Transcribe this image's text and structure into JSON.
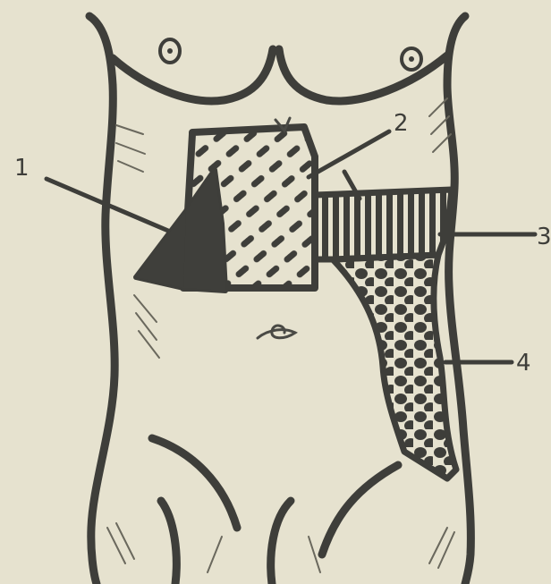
{
  "figure": {
    "labels": [
      {
        "id": "region-1",
        "text": "1"
      },
      {
        "id": "region-2",
        "text": "2"
      },
      {
        "id": "region-3",
        "text": "3"
      },
      {
        "id": "region-4",
        "text": "4"
      }
    ],
    "colors": {
      "background": "#e6e2cf",
      "ink": "#3e3e3a",
      "solid_fill": "#3f3f3b"
    }
  }
}
